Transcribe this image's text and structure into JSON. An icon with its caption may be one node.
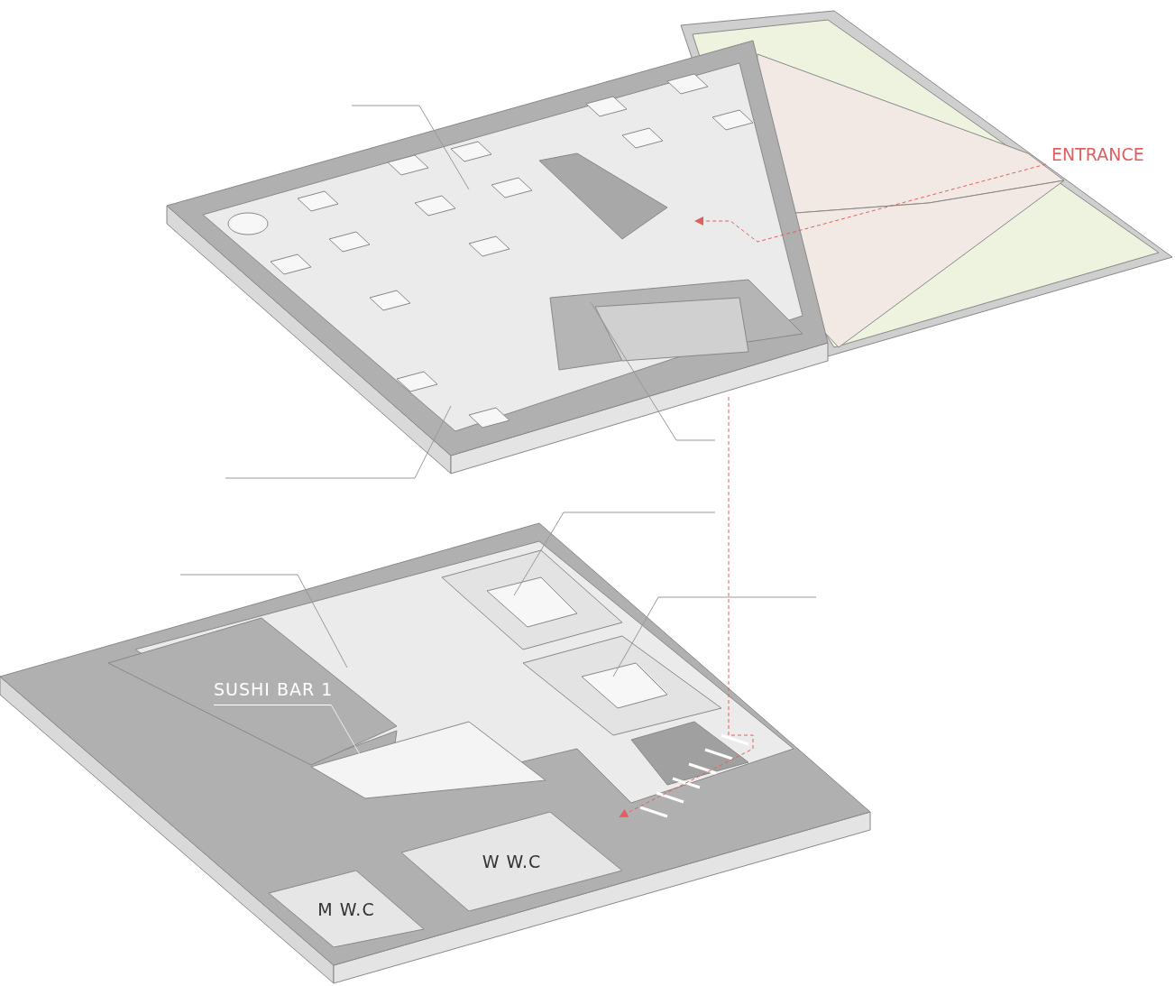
{
  "diagram": {
    "nodes": [
      {
        "text": [
          "SUSHI BAR 1"
        ]
      },
      {
        "text": [],
        "shape": "box"
      },
      {
        "text": [
          "W W.C"
        ]
      },
      {
        "text": [
          "M W.C"
        ]
      }
    ],
    "edges": [
      {
        "from": 0,
        "to": 1,
        "arrow": "none"
      }
    ],
    "labels": [
      "ENTRANCE"
    ]
  }
}
